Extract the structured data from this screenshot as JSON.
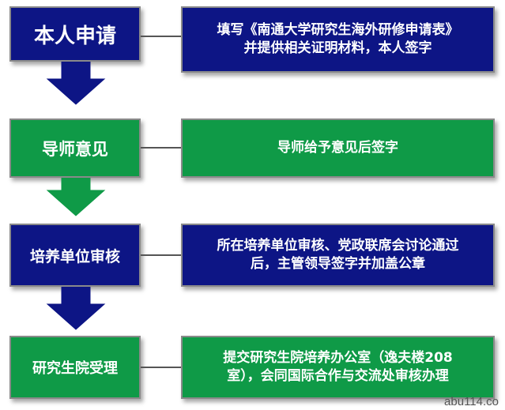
{
  "colors": {
    "blue": "#0d1585",
    "green": "#0f9a47",
    "border": "#8a8a8a",
    "connector": "#555555"
  },
  "steps": [
    {
      "title": "本人申请",
      "color": "blue",
      "line1": "填写《南通大学研究生海外研修申请表》",
      "line2": "并提供相关证明材料，本人签字"
    },
    {
      "title": "导师意见",
      "color": "green",
      "line1": "导师给予意见后签字",
      "line2": ""
    },
    {
      "title": "培养单位审核",
      "color": "blue",
      "line1": "所在培养单位审核、党政联席会讨论通过",
      "line2": "后，主管领导签字并加盖公章"
    },
    {
      "title": "研究生院受理",
      "color": "green",
      "line1": "提交研究生院培养办公室（逸夫楼208",
      "line2": "室），会同国际合作与交流处审核办理"
    }
  ],
  "arrows": [
    {
      "color": "blue"
    },
    {
      "color": "green"
    },
    {
      "color": "blue"
    }
  ],
  "watermark": "abu114.co"
}
